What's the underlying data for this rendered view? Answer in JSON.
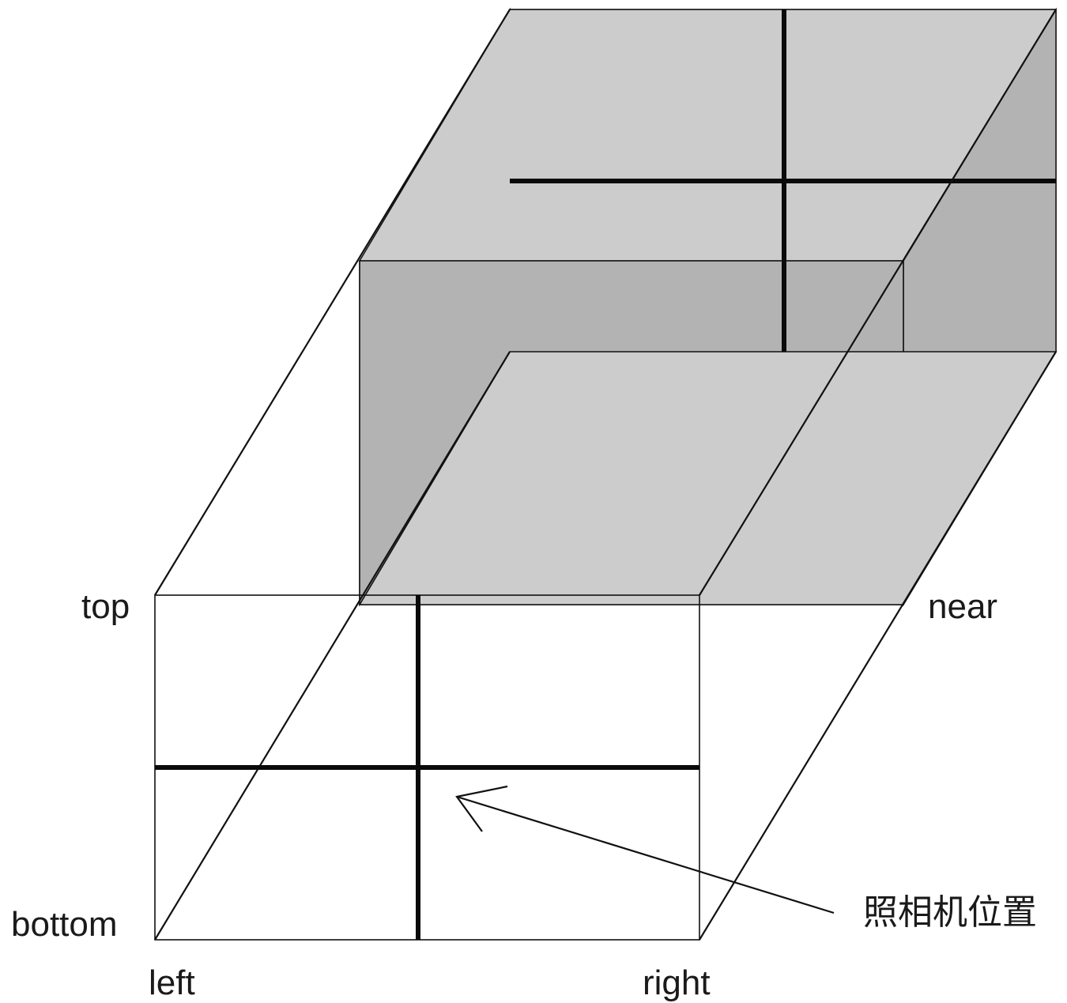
{
  "labels": {
    "top": "top",
    "bottom": "bottom",
    "left": "left",
    "right": "right",
    "near": "near",
    "camera_position": "照相机位置"
  },
  "colors": {
    "light_gray": "#cccccc",
    "mid_gray": "#b3b3b3",
    "line": "#111111",
    "background": "#ffffff"
  }
}
